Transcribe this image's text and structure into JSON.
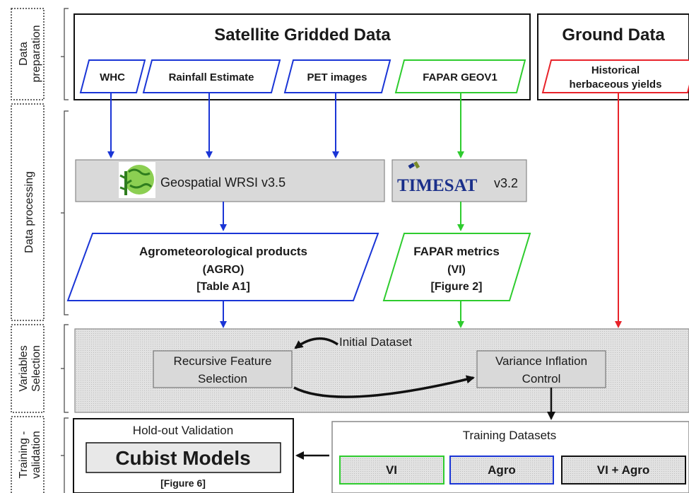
{
  "phases": {
    "data_preparation": [
      "Data",
      "preparation"
    ],
    "data_processing": "Data processing",
    "variables_selection": [
      "Variables",
      "Selection"
    ],
    "training_validation": [
      "Training -",
      "validation"
    ]
  },
  "satellite": {
    "title": "Satellite Gridded Data",
    "whc": "WHC",
    "rainfall": "Rainfall Estimate",
    "pet": "PET images",
    "fapar": "FAPAR GEOV1"
  },
  "ground": {
    "title": "Ground Data",
    "yields": [
      "Historical",
      "herbaceous yields"
    ]
  },
  "processing": {
    "wrsi": "Geospatial WRSI v3.5",
    "timesat_logo": "TIMESAT",
    "timesat_version": "v3.2"
  },
  "products": {
    "agro": [
      "Agrometeorological products",
      "(AGRO)",
      "[Table A1]"
    ],
    "vi": [
      "FAPAR metrics",
      "(VI)",
      "[Figure 2]"
    ]
  },
  "selection": {
    "initial": "Initial Dataset",
    "rfs": [
      "Recursive Feature",
      "Selection"
    ],
    "vic": [
      "Variance Inflation",
      "Control"
    ]
  },
  "training": {
    "holdout": "Hold-out Validation",
    "cubist": "Cubist Models",
    "figure": "[Figure 6]",
    "datasets_title": "Training Datasets",
    "vi": "VI",
    "agro": "Agro",
    "vi_agro": "VI + Agro"
  },
  "colors": {
    "blue": "#1a35d6",
    "green": "#2ecc2e",
    "red": "#e8232a",
    "gray_box": "#d9d9d9",
    "timesat_blue": "#1a2f8a"
  },
  "icons": {
    "wrsi_logo": "plant-globe-icon",
    "timesat_satellite": "satellite-icon"
  }
}
